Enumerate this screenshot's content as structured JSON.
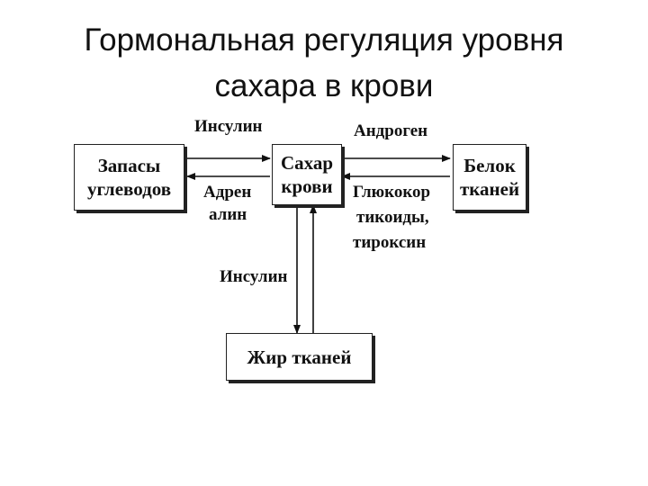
{
  "title": {
    "line1": "Гормональная регуляция уровня",
    "line2": "сахара в крови"
  },
  "nodes": {
    "carb_stores": [
      "Запасы",
      "углеводов"
    ],
    "blood_sugar": [
      "Сахар",
      "крови"
    ],
    "tissue_protein": [
      "Белок",
      "тканей"
    ],
    "tissue_fat": [
      "Жир тканей"
    ]
  },
  "labels": {
    "insulin_top": "Инсулин",
    "androgen": "Андроген",
    "adrenaline_1": "Адрен",
    "adrenaline_2": "алин",
    "gluco_1": "Глюкокор",
    "gluco_2": "тикоиды,",
    "thyroxine": "тироксин",
    "insulin_bottom": "Инсулин"
  }
}
